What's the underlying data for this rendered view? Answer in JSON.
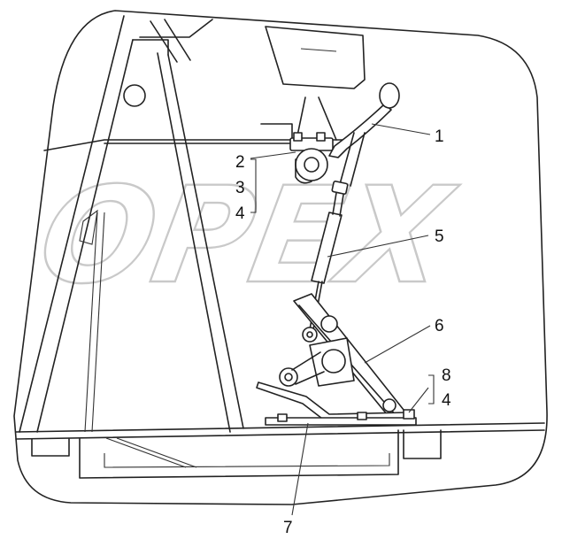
{
  "watermark": "OPEX",
  "callouts": {
    "c1": "1",
    "c2": "2",
    "c3": "3",
    "c4a": "4",
    "c5": "5",
    "c6": "6",
    "c7": "7",
    "c8": "8",
    "c4b": "4"
  }
}
